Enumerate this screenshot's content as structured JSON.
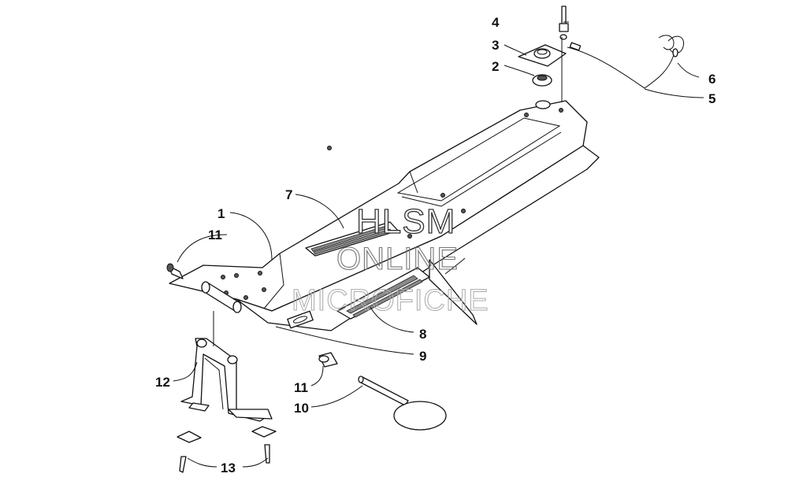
{
  "callouts": [
    {
      "id": "c1",
      "text": "1"
    },
    {
      "id": "c2",
      "text": "2"
    },
    {
      "id": "c3",
      "text": "3"
    },
    {
      "id": "c4",
      "text": "4"
    },
    {
      "id": "c5",
      "text": "5"
    },
    {
      "id": "c6",
      "text": "6"
    },
    {
      "id": "c7",
      "text": "7"
    },
    {
      "id": "c8",
      "text": "8"
    },
    {
      "id": "c9",
      "text": "9"
    },
    {
      "id": "c10",
      "text": "10"
    },
    {
      "id": "c11a",
      "text": "11"
    },
    {
      "id": "c11b",
      "text": "11"
    },
    {
      "id": "c12",
      "text": "12"
    },
    {
      "id": "c13",
      "text": "13"
    }
  ],
  "watermark": {
    "line1": "HLSM",
    "line2": "ONLINE",
    "line3": "MICROFICHE"
  }
}
